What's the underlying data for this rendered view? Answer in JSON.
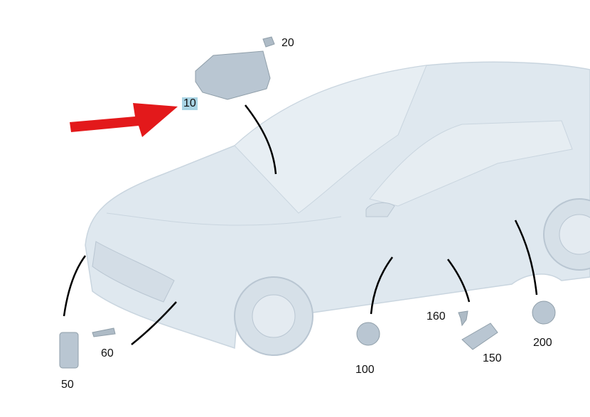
{
  "colors": {
    "car_body": "#dfe8ef",
    "car_edge": "#c3d0da",
    "highlight": "#a9d4e4",
    "pointer_arrow": "#e3191b",
    "part": "#b9c6d2"
  },
  "parts": [
    {
      "number": "10",
      "highlighted": true
    },
    {
      "number": "20"
    },
    {
      "number": "50"
    },
    {
      "number": "60"
    },
    {
      "number": "100"
    },
    {
      "number": "150"
    },
    {
      "number": "160"
    },
    {
      "number": "200"
    }
  ]
}
